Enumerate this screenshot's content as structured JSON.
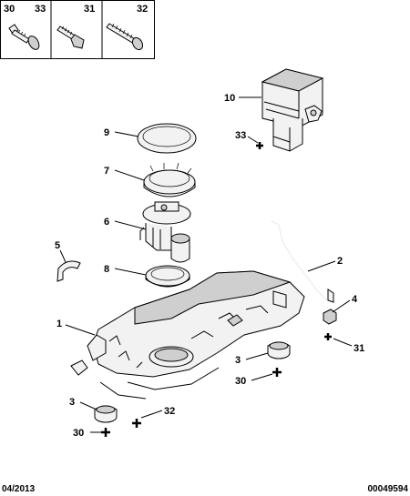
{
  "header": {
    "cells": [
      {
        "refs": [
          "30",
          "33"
        ],
        "fastener": "bolt-with-washer"
      },
      {
        "refs": [
          "31"
        ],
        "fastener": "hex-bolt"
      },
      {
        "refs": [
          "32"
        ],
        "fastener": "self-tapping-screw"
      }
    ]
  },
  "callouts": [
    {
      "ref": "10"
    },
    {
      "ref": "33"
    },
    {
      "ref": "9"
    },
    {
      "ref": "7"
    },
    {
      "ref": "6"
    },
    {
      "ref": "5"
    },
    {
      "ref": "8"
    },
    {
      "ref": "2"
    },
    {
      "ref": "4"
    },
    {
      "ref": "31"
    },
    {
      "ref": "1"
    },
    {
      "ref": "3"
    },
    {
      "ref": "30"
    },
    {
      "ref": "3"
    },
    {
      "ref": "32"
    },
    {
      "ref": "30"
    }
  ],
  "footer": {
    "date": "04/2013",
    "code": "00049594"
  }
}
